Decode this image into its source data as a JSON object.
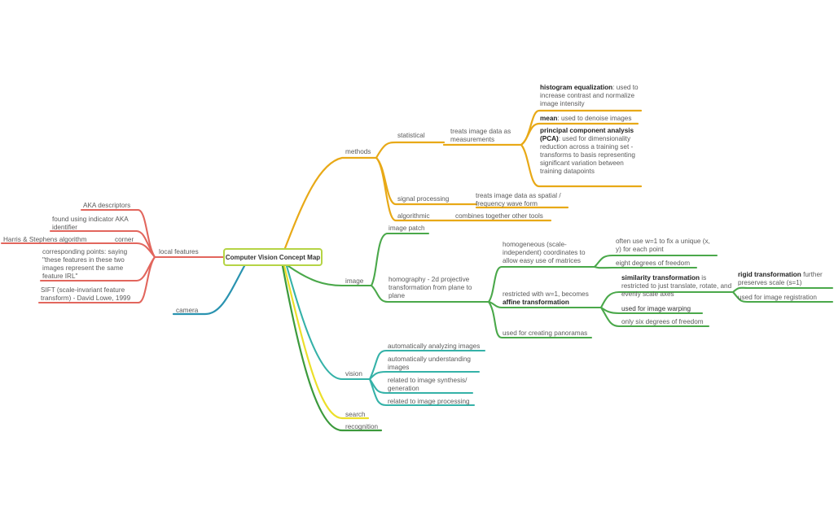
{
  "root": "Computer Vision Concept Map",
  "colors": {
    "methods": "#e8a917",
    "image": "#4aa84a",
    "vision": "#35b2a8",
    "search": "#ecdf2a",
    "recognition": "#3c9a3c",
    "camera": "#2a93b0",
    "local_features": "#e2665d",
    "root_border": "#b5d445"
  },
  "methods": {
    "label": "methods",
    "statistical": {
      "label": "statistical",
      "desc": "treats image data as measurements",
      "items": [
        {
          "bold": "histogram equalization",
          "rest": ": used to increase contrast and normalize image intensity"
        },
        {
          "bold": "mean",
          "rest": ": used to denoise images"
        },
        {
          "bold": "principal component analysis (PCA)",
          "rest": ": used for dimensionality reduction across a training set - transforms to basis representing significant variation between training datapoints"
        }
      ]
    },
    "signal": {
      "label": "signal processing",
      "desc": "treats image data as spatial / frequency wave form"
    },
    "algorithmic": {
      "label": "algorithmic",
      "desc": "combines together other tools"
    }
  },
  "image": {
    "label": "image",
    "patch": "image patch",
    "homography": {
      "label": "homography - 2d projective transformation from plane to plane",
      "homogeneous": {
        "label": "homogeneous (scale-independent) coordinates to allow easy use of matrices",
        "items": [
          "often use w=1 to fix a unique (x, y) for each point",
          "eight degrees of freedom"
        ]
      },
      "affine": {
        "prefix": "restricted with w=1, becomes ",
        "bold": "affine transformation",
        "similarity": {
          "bold": "similarity transformation",
          "rest": " is restricted to just translate, rotate, and evenly scale axes"
        },
        "rigid": {
          "bold": "rigid transformation",
          "rest": " further preserves scale (s=1)"
        },
        "registration": "used for image registration",
        "warping": "used for image warping",
        "six": "only six degrees of freedom"
      },
      "panoramas": "used for creating panoramas"
    }
  },
  "vision": {
    "label": "vision",
    "items": [
      "automatically analyzing images",
      "automatically understanding images",
      "related to image synthesis/ generation",
      "related to image processing"
    ]
  },
  "search": "search",
  "recognition": "recognition",
  "camera": "camera",
  "local_features": {
    "label": "local features",
    "aka": "AKA descriptors",
    "found": "found using indicator AKA identifier",
    "corner": "corner",
    "harris": "Harris & Stephens algorithm",
    "corresponding": "corresponding points: saying \"these features in these two images represent the same feature IRL\"",
    "sift": "SIFT (scale-invariant feature transform) - David Lowe, 1999"
  }
}
